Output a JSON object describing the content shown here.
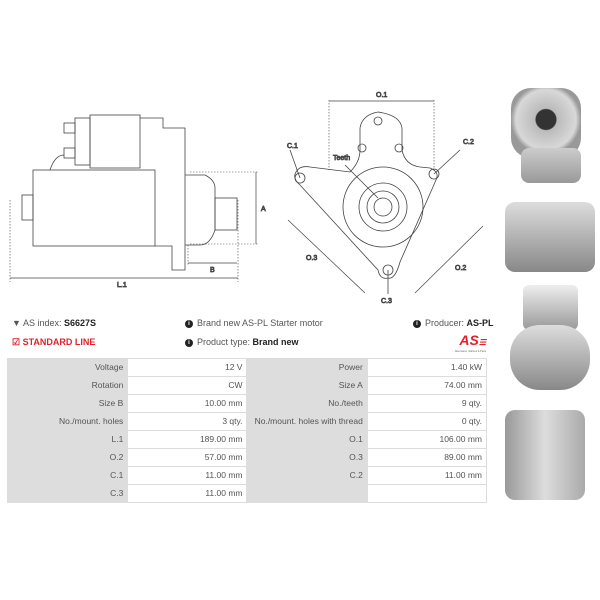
{
  "drawing": {
    "labels": {
      "l1": "L.1",
      "a": "A",
      "b": "B",
      "o1": "O.1",
      "o2": "O.2",
      "o3": "O.3",
      "c1": "C.1",
      "c2": "C.2",
      "c3": "C.3",
      "teeth": "Teeth"
    }
  },
  "info": {
    "as_index_label": "AS index:",
    "as_index": "S6627S",
    "line": "STANDARD LINE",
    "description": "Brand new AS-PL Starter motor",
    "product_type_label": "Product type:",
    "product_type": "Brand new",
    "producer_label": "Producer:",
    "producer": "AS-PL",
    "logo_text": "AS",
    "logo_tagline": "Alternators, Starters & Parts"
  },
  "specs": [
    [
      "Voltage",
      "12 V",
      "Power",
      "1.40 kW"
    ],
    [
      "Rotation",
      "CW",
      "Size A",
      "74.00 mm"
    ],
    [
      "Size B",
      "10.00 mm",
      "No./teeth",
      "9 qty."
    ],
    [
      "No./mount. holes",
      "3 qty.",
      "No./mount. holes with thread",
      "0 qty."
    ],
    [
      "L.1",
      "189.00 mm",
      "O.1",
      "106.00 mm"
    ],
    [
      "O.2",
      "57.00 mm",
      "O.3",
      "89.00 mm"
    ],
    [
      "C.1",
      "11.00 mm",
      "C.2",
      "11.00 mm"
    ],
    [
      "C.3",
      "11.00 mm",
      "",
      ""
    ]
  ],
  "colors": {
    "accent": "#e3202a"
  }
}
